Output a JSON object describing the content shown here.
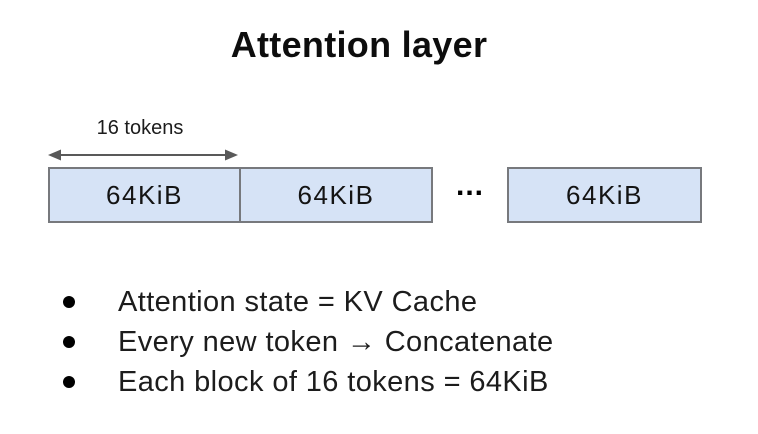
{
  "slide": {
    "title": "Attention layer",
    "background_color": "#ffffff",
    "text_color": "#1c1c1c"
  },
  "diagram": {
    "measure_label": "16 tokens",
    "arrow_color": "#595959",
    "block_fill_color": "#d6e3f6",
    "block_border_color": "#77797d",
    "blocks": [
      {
        "label": "64KiB"
      },
      {
        "label": "64KiB"
      },
      {
        "label": "64KiB"
      }
    ],
    "ellipsis": "..."
  },
  "bullets": [
    {
      "text": "Attention state = KV Cache"
    },
    {
      "text": "Every new token → Concatenate"
    },
    {
      "text": "Each block of 16 tokens = 64KiB"
    }
  ]
}
